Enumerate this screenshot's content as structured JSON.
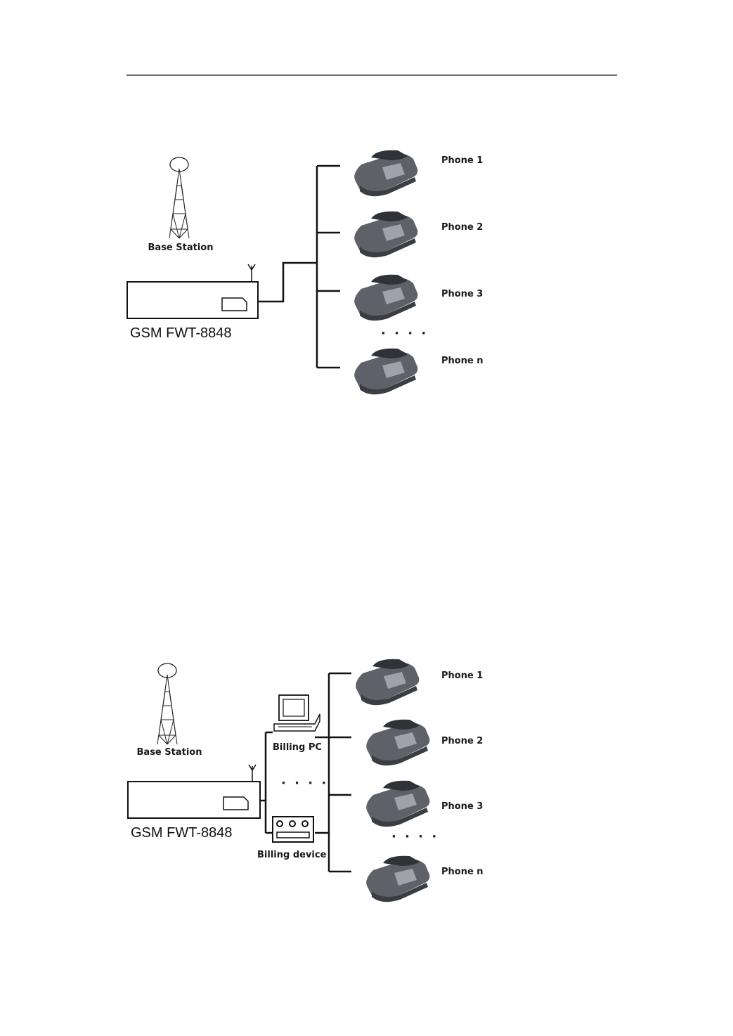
{
  "diagram1": {
    "base_station_label": "Base Station",
    "device_label": "GSM FWT-8848",
    "phones": [
      "Phone 1",
      "Phone 2",
      "Phone 3",
      "Phone n"
    ],
    "ellipsis": "· · · ·"
  },
  "diagram2": {
    "base_station_label": "Base Station",
    "device_label": "GSM FWT-8848",
    "billing_pc_label": "Billing PC",
    "billing_device_label": "Billing device",
    "billing_ellipsis": "· · · ·",
    "phones": [
      "Phone 1",
      "Phone 2",
      "Phone 3",
      "Phone n"
    ],
    "ellipsis": "· · · ·"
  },
  "colors": {
    "line": "#111111",
    "phone_body": "#6b6f75",
    "phone_dark": "#3e4147"
  },
  "icons": [
    "tower-icon",
    "antenna-icon",
    "phone-icon",
    "computer-icon",
    "billing-device-icon",
    "sim-slot-icon"
  ]
}
